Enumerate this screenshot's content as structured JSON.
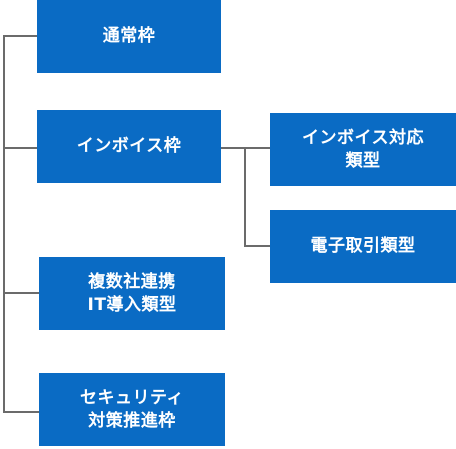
{
  "nodes": {
    "tsujo": {
      "lines": [
        "通常枠"
      ]
    },
    "invoice": {
      "lines": [
        "インボイス枠"
      ]
    },
    "invoice_taio": {
      "lines": [
        "インボイス対応",
        "類型"
      ]
    },
    "denshi_torihiki": {
      "lines": [
        "電子取引類型"
      ]
    },
    "fukusu": {
      "lines": [
        "複数社連携",
        "IT導入類型"
      ]
    },
    "security": {
      "lines": [
        "セキュリティ",
        "対策推進枠"
      ]
    }
  },
  "colors": {
    "node_fill": "#0a6bc4",
    "node_text": "#ffffff",
    "connector": "#6b6b6b",
    "background": "#ffffff"
  }
}
